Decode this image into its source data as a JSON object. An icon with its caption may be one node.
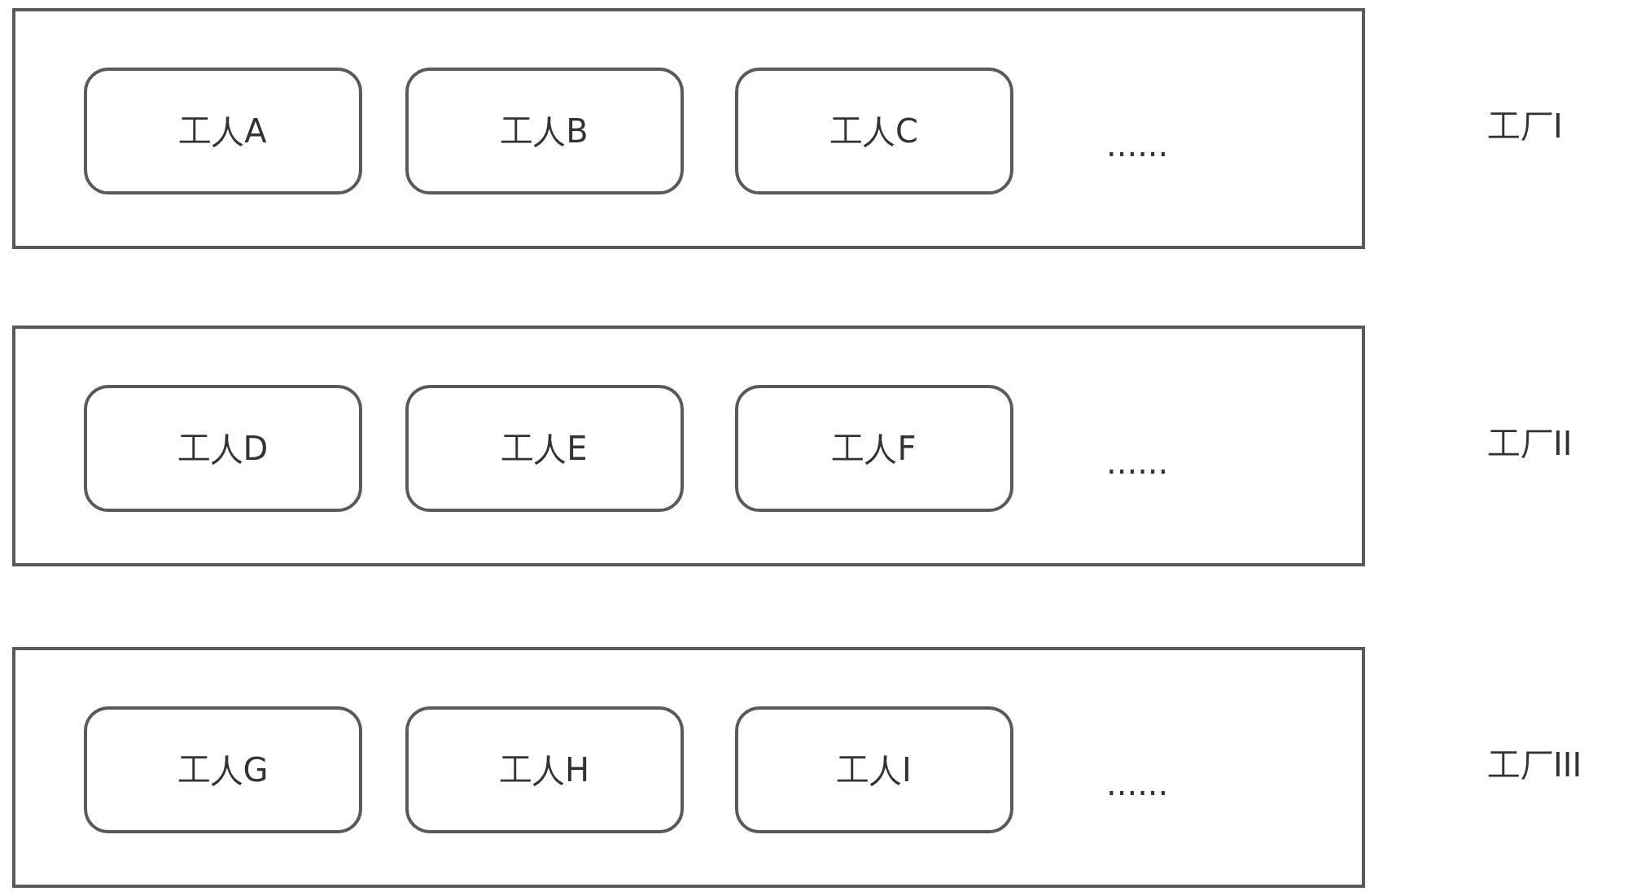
{
  "diagram": {
    "nodes": [
      {
        "text": [
          "工厂I"
        ]
      },
      {
        "text": [
          "工人A"
        ],
        "in": 0
      },
      {
        "text": [
          "工人B"
        ],
        "in": 0
      },
      {
        "text": [
          "工人C"
        ],
        "in": 0
      },
      {
        "text": [
          "工厂II"
        ]
      },
      {
        "text": [
          "工人D"
        ],
        "in": 4
      },
      {
        "text": [
          "工人E"
        ],
        "in": 4
      },
      {
        "text": [
          "工人F"
        ],
        "in": 4
      },
      {
        "text": [
          "工厂III"
        ]
      },
      {
        "text": [
          "工人G"
        ],
        "in": 8
      },
      {
        "text": [
          "工人H"
        ],
        "in": 8
      },
      {
        "text": [
          "工人I"
        ],
        "in": 8
      }
    ],
    "edges": [],
    "labels": [
      "......",
      "......",
      "......"
    ]
  }
}
